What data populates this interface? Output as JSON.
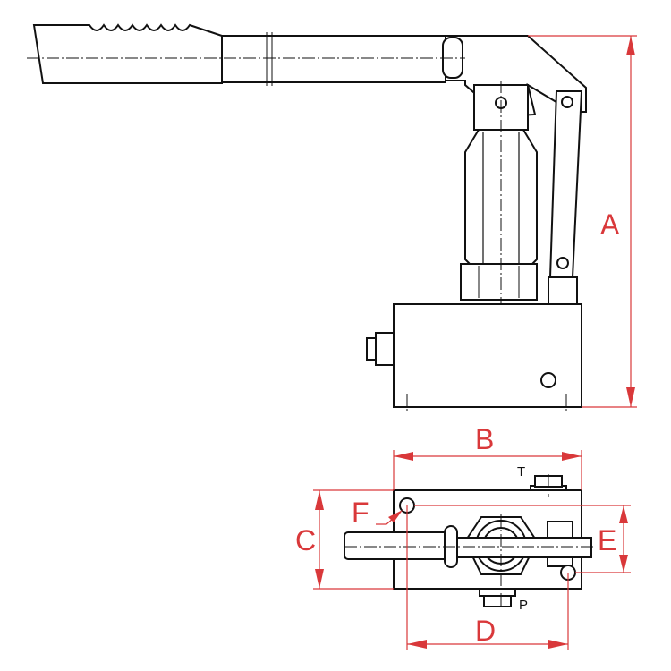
{
  "dimensions": {
    "A": "A",
    "B": "B",
    "C": "C",
    "D": "D",
    "E": "E",
    "F": "F"
  },
  "ports": {
    "T": "T",
    "P": "P"
  },
  "colors": {
    "dimension": "#d9383a",
    "outline": "#111111"
  }
}
